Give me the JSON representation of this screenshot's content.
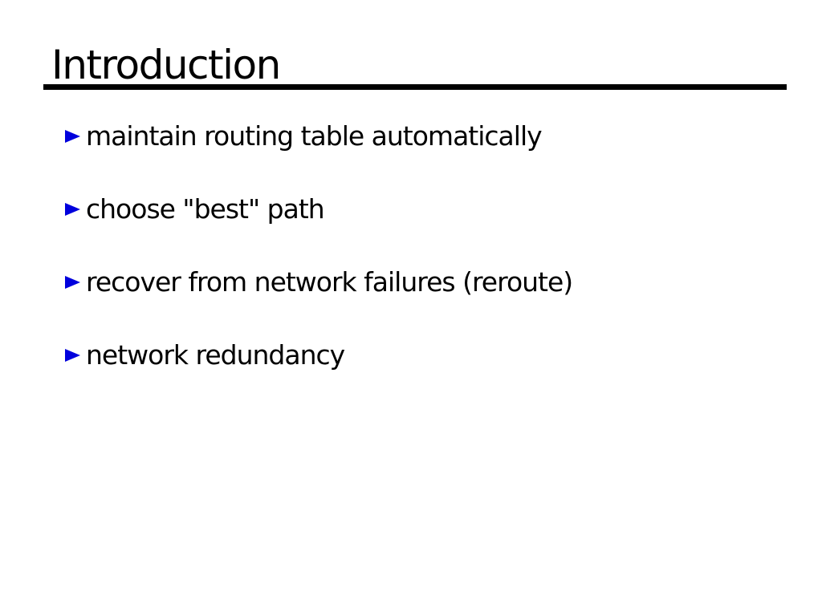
{
  "slide": {
    "title": "Introduction",
    "bullets": [
      "maintain routing table automatically",
      "choose \"best\" path",
      "recover from network failures (reroute)",
      "network redundancy"
    ],
    "colors": {
      "background": "#ffffff",
      "text": "#000000",
      "underline": "#000000",
      "bullet_marker": "#0000dd"
    }
  }
}
